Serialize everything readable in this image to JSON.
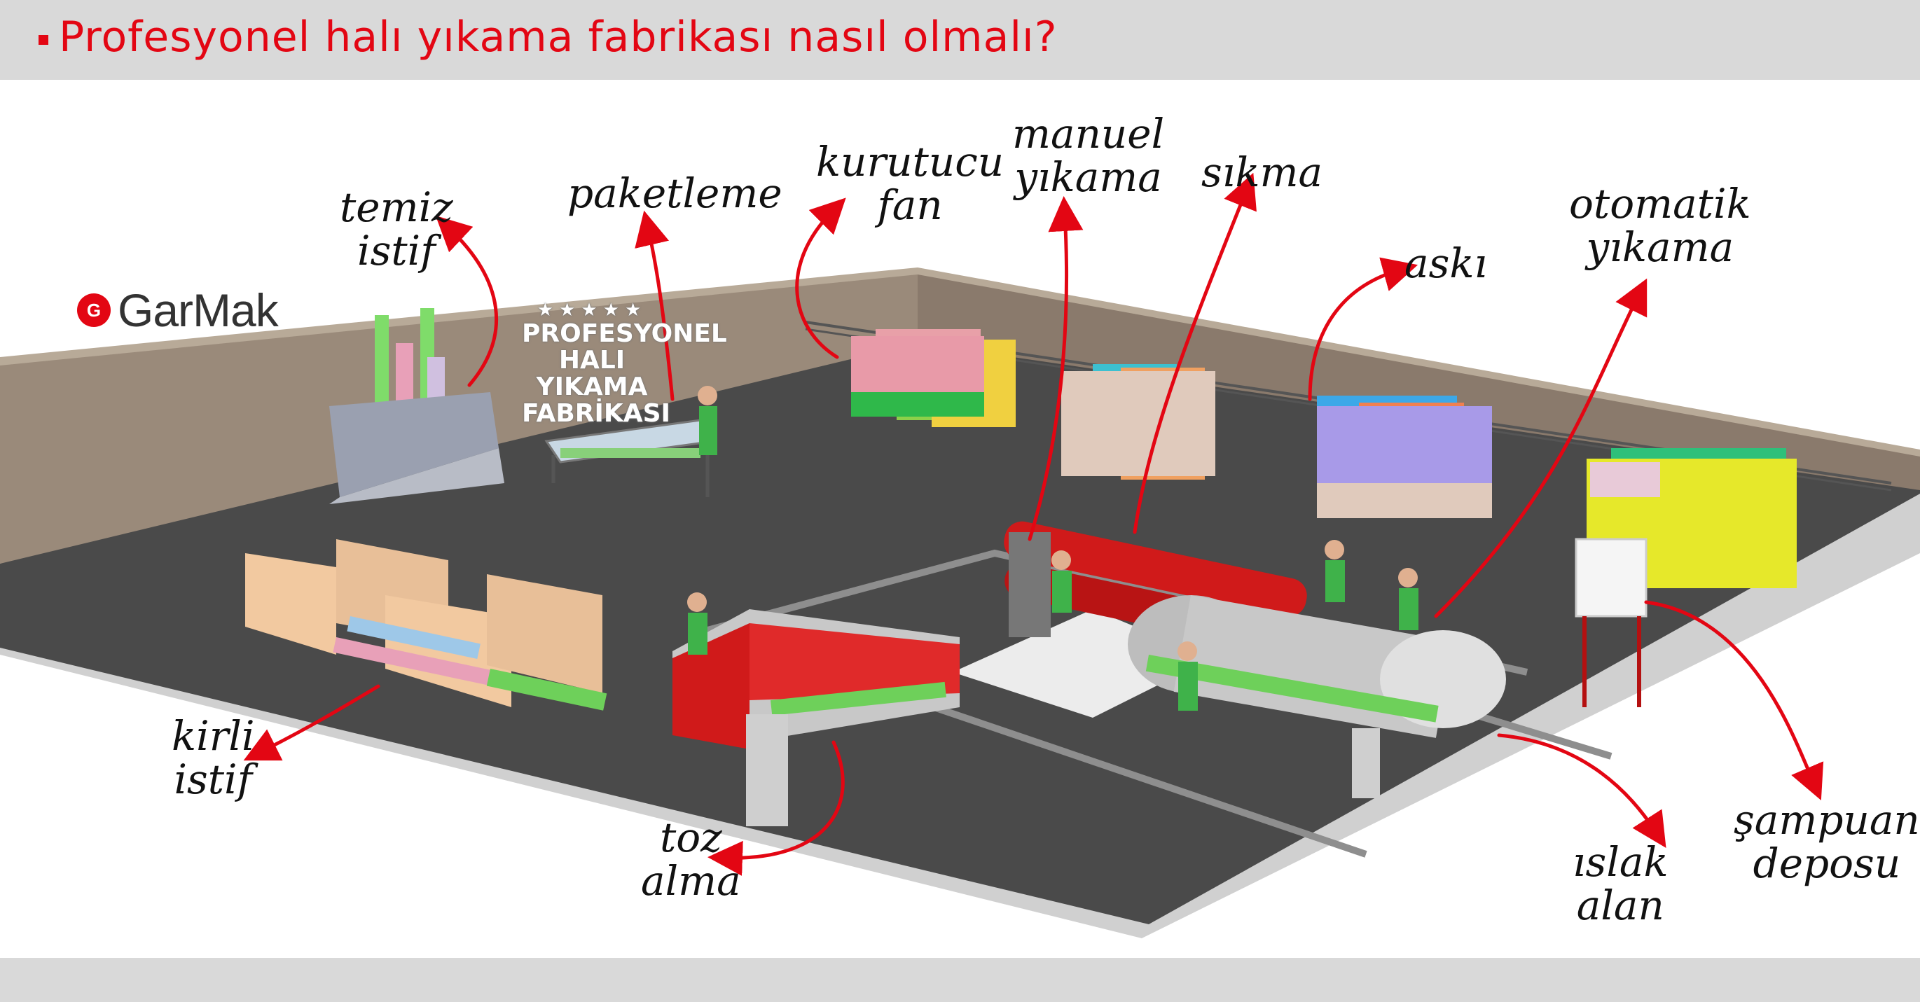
{
  "title": "Profesyonel halı yıkama fabrikası nasıl olmalı?",
  "logo": {
    "text": "GarMak",
    "mark": "G"
  },
  "wall_sign": {
    "stars": "★★★★★",
    "line1": "PROFESYONEL",
    "line2": "HALI YIKAMA",
    "line3": "FABRİKASI"
  },
  "labels": {
    "temiz_istif": [
      "temiz",
      "istif"
    ],
    "paketleme": [
      "paketleme"
    ],
    "kurutucu_fan": [
      "kurutucu",
      "fan"
    ],
    "manuel_yikama": [
      "manuel",
      "yıkama"
    ],
    "sikma": [
      "sıkma"
    ],
    "aski": [
      "askı"
    ],
    "otomatik_yikama": [
      "otomatik",
      "yıkama"
    ],
    "kirli_istif": [
      "kirli",
      "istif"
    ],
    "toz_alma": [
      "toz",
      "alma"
    ],
    "islak_alan": [
      "ıslak",
      "alan"
    ],
    "sampuan_deposu": [
      "şampuan",
      "deposu"
    ]
  },
  "colors": {
    "accent": "#e30613",
    "floor": "#4a4a4a",
    "wall": "#9c8c7c",
    "machine_red": "#d01a1a",
    "worker_green": "#3fb24a"
  }
}
